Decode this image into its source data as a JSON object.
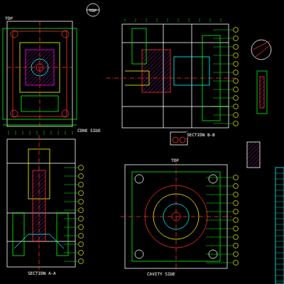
{
  "diagram": {
    "labels": [
      "TOP",
      "TOP",
      "CORE SIDE",
      "SECTION A-A",
      "SECTION B-B",
      "TOP",
      "CAVITY SIDE"
    ]
  }
}
